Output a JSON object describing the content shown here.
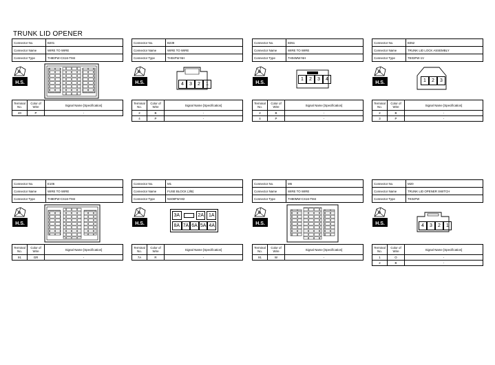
{
  "title": "TRUNK LID OPENER",
  "labels": {
    "connector_no": "Connector No.",
    "connector_name": "Connector Name",
    "connector_type": "Connector Type",
    "hs": "H.S.",
    "terminal_no": "Terminal No.",
    "color_of_wire": "Color of Wire",
    "signal_name": "Signal Name [Specification]"
  },
  "connectors": [
    {
      "no": "B201",
      "name": "WIRE TO WIRE",
      "type": "TH80FW-CS16-TM4",
      "rows": [
        {
          "terminal": "40",
          "color": "P",
          "signal": "-"
        }
      ]
    },
    {
      "no": "B239",
      "name": "WIRE TO WIRE",
      "type": "TH04FW-NH",
      "pins": [
        "4",
        "3",
        "2",
        "1"
      ],
      "rows": [
        {
          "terminal": "2",
          "color": "B",
          "signal": "-"
        },
        {
          "terminal": "4",
          "color": "P",
          "signal": "-"
        }
      ]
    },
    {
      "no": "B351",
      "name": "WIRE TO WIRE",
      "type": "TH04MW-NH",
      "pins": [
        "1",
        "2",
        "3",
        "4"
      ],
      "rows": [
        {
          "terminal": "2",
          "color": "B",
          "signal": "-"
        },
        {
          "terminal": "4",
          "color": "P",
          "signal": "-"
        }
      ]
    },
    {
      "no": "B352",
      "name": "TRUNK LID LOCK ASSEMBLY",
      "type": "TE03FW-1V",
      "pins": [
        "1",
        "2",
        "3"
      ],
      "rows": [
        {
          "terminal": "2",
          "color": "B",
          "signal": "-"
        },
        {
          "terminal": "3",
          "color": "P",
          "signal": "-"
        }
      ]
    },
    {
      "no": "E106",
      "name": "WIRE TO WIRE",
      "type": "TH80FW-CS16-TM4",
      "rows": [
        {
          "terminal": "91",
          "color": "GR",
          "signal": "-"
        }
      ]
    },
    {
      "no": "M1",
      "name": "FUSE BLOCK (J/B)",
      "type": "NS08FW-M2",
      "fuse_top": [
        "3A",
        "2A",
        "1A"
      ],
      "fuse_bottom": [
        "8A",
        "7A",
        "6A",
        "5A",
        "4A"
      ],
      "rows": [
        {
          "terminal": "7A",
          "color": "R",
          "signal": "-"
        }
      ]
    },
    {
      "no": "M6",
      "name": "WIRE TO WIRE",
      "type": "TH80MW-CS16-TM4",
      "rows": [
        {
          "terminal": "91",
          "color": "W",
          "signal": "-"
        }
      ]
    },
    {
      "no": "M20",
      "name": "TRUNK LID OPENER SWITCH",
      "type": "TK04FW",
      "pins": [
        "4",
        "3",
        "2",
        "1"
      ],
      "rows": [
        {
          "terminal": "1",
          "color": "O",
          "signal": "-"
        },
        {
          "terminal": "2",
          "color": "B",
          "signal": "-"
        }
      ]
    }
  ]
}
